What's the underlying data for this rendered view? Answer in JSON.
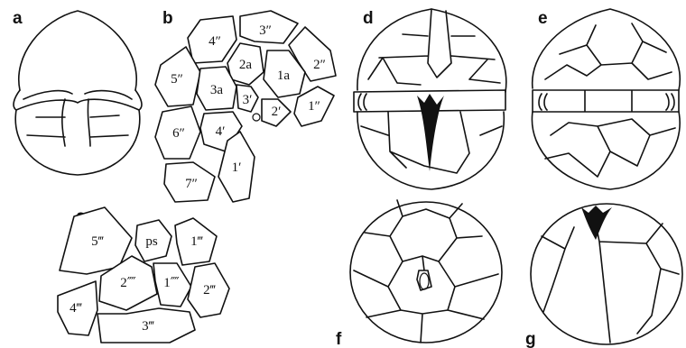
{
  "panels": {
    "a": "a",
    "b": "b",
    "c": "c",
    "d": "d",
    "e": "e",
    "f": "f",
    "g": "g"
  },
  "plates_b": {
    "p4pp": "4″",
    "p3pp": "3″",
    "p2pp": "2″",
    "p5pp": "5″",
    "p2a": "2a",
    "p1a": "1a",
    "p3a": "3a",
    "p3p": "3′",
    "p2p": "2′",
    "p1pp": "1″",
    "p6pp": "6″",
    "p4p": "4′",
    "p7pp": "7″",
    "p1p": "1′"
  },
  "plates_c": {
    "p5ppp": "5‴",
    "pps": "ps",
    "p1ppp": "1‴",
    "p2pppp": "2⁗",
    "p1pppp": "1⁗",
    "p4ppp": "4‴",
    "p2ppp": "2‴",
    "p3ppp": "3‴"
  }
}
